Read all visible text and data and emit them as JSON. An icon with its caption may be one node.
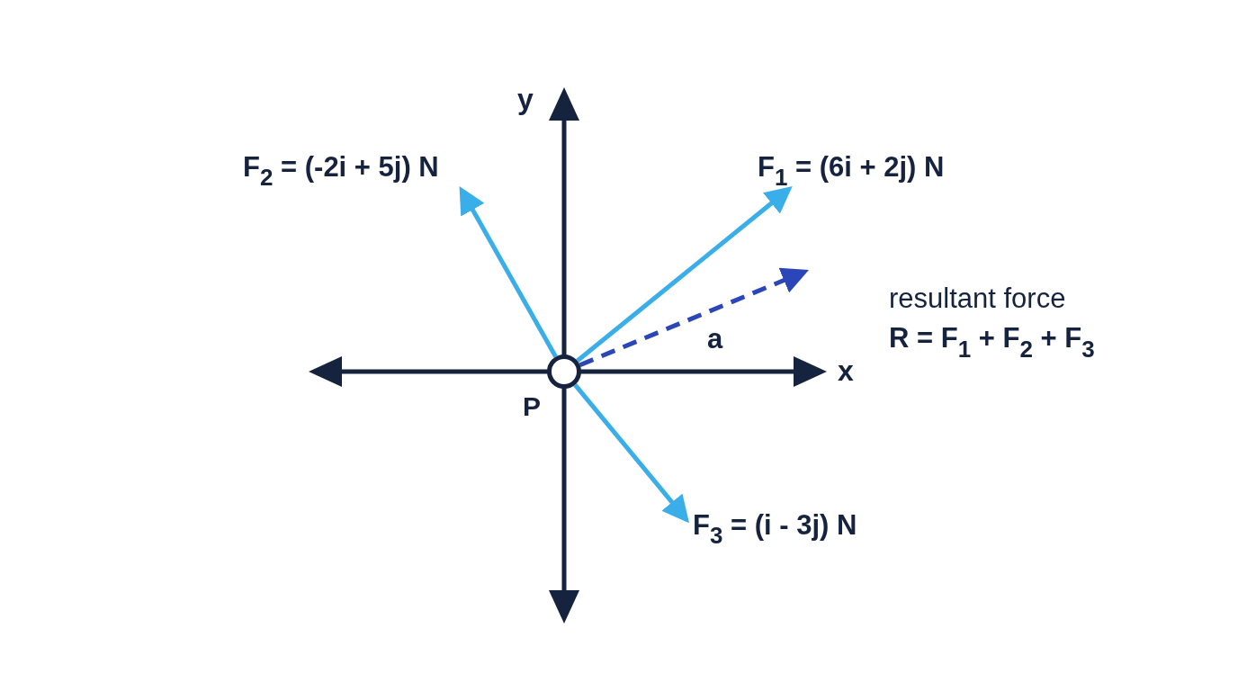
{
  "diagram": {
    "nodes": [
      {
        "text": [],
        "shape": "circle",
        "beside": [
          "P"
        ]
      },
      {
        "text": [
          "F$_{1}$ = (6i + 2j) N"
        ]
      },
      {
        "text": [
          "F$_{2}$ = (-2i + 5j) N"
        ]
      },
      {
        "text": [
          "F$_{3}$ = (i - 3j) N"
        ]
      }
    ],
    "edges": [
      {
        "from": 0,
        "to": 1,
        "arrow": "to"
      },
      {
        "from": 0,
        "to": 2,
        "arrow": "to"
      },
      {
        "from": 0,
        "to": 3,
        "arrow": "to"
      },
      {
        "from": 0,
        "to": null,
        "arrow": "to",
        "label": "a",
        "style": "dashed",
        "color": "#2b46b8"
      }
    ],
    "labels": [
      "y",
      "x",
      "resultant force",
      "R = F$_{1}$ + F$_{2}$ + F$_{3}$"
    ]
  }
}
